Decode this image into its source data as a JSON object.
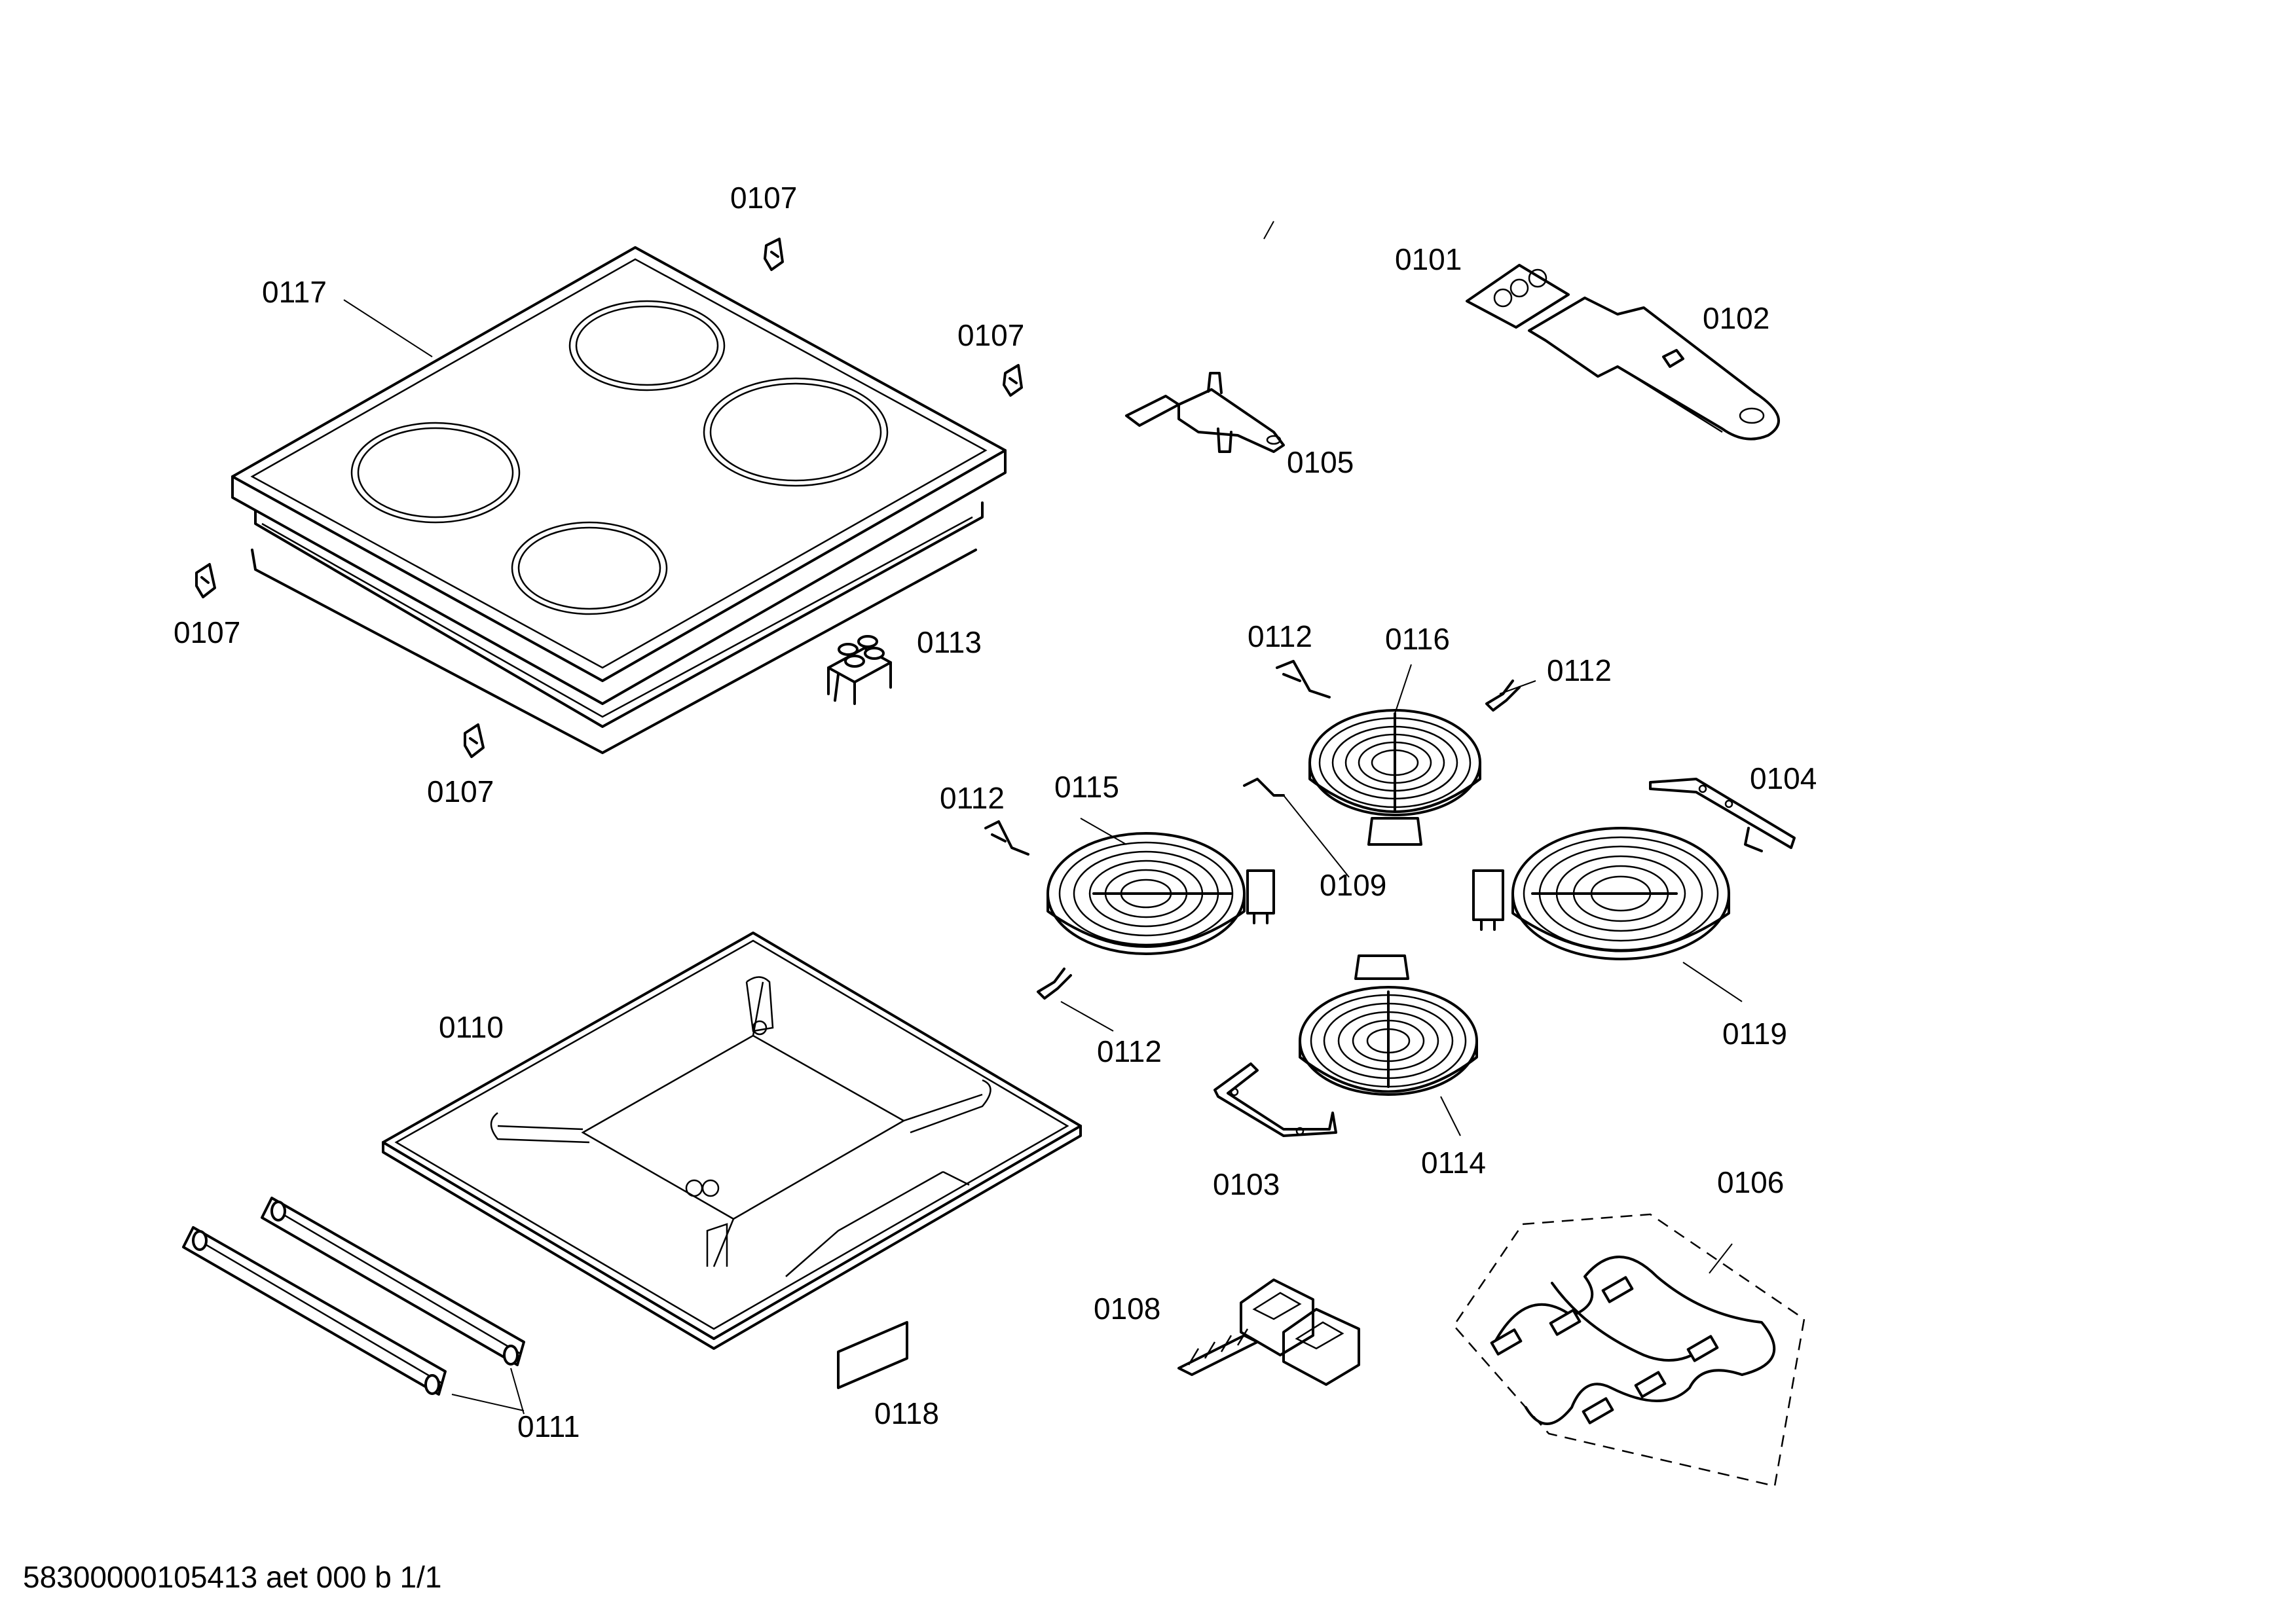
{
  "diagram": {
    "labels": {
      "p0101": "0101",
      "p0102": "0102",
      "p0103": "0103",
      "p0104": "0104",
      "p0105": "0105",
      "p0106": "0106",
      "p0107a": "0107",
      "p0107b": "0107",
      "p0107c": "0107",
      "p0107d": "0107",
      "p0108": "0108",
      "p0109": "0109",
      "p0110": "0110",
      "p0111": "0111",
      "p0112a": "0112",
      "p0112b": "0112",
      "p0112c": "0112",
      "p0112d": "0112",
      "p0113": "0113",
      "p0114": "0114",
      "p0115": "0115",
      "p0116": "0116",
      "p0117": "0117",
      "p0118": "0118",
      "p0119": "0119"
    },
    "footer": "58300000105413 aet 000 b 1/1"
  }
}
